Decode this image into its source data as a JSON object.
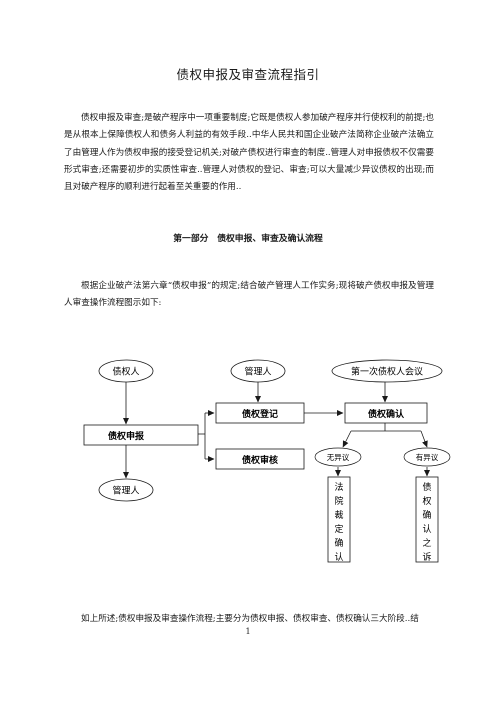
{
  "document": {
    "title": "债权申报及审查流程指引",
    "intro": "债权申报及审查;是破产程序中一项重要制度;它既是债权人参加破产程序并行使权利的前提;也是从根本上保障债权人和债务人利益的有效手段..中华人民共和国企业破产法简称企业破产法确立了由管理人作为债权申报的接受登记机关;对破产债权进行审查的制度..管理人对申报债权不仅需要形式审查;还需要初步的实质性审查..管理人对债权的登记、审查;可以大量减少异议债权的出现;而且对破产程序的顺利进行起着至关重要的作用..",
    "section_heading": "第一部分　债权申报、审查及确认流程",
    "para2": "根据企业破产法第六章“债权申报”的规定;结合破产管理人工作实务;现将破产债权申报及管理人审查操作流程图示如下:",
    "para3": "如上所述;债权申报及审查操作流程;主要分为债权申报、债权审查、债权确认三大阶段..结",
    "page_number": "1"
  },
  "flowchart": {
    "creditor": "债权人",
    "administrator_top": "管理人",
    "first_meeting": "第一次债权人会议",
    "registration": "债权登记",
    "confirmation": "债权确认",
    "declaration": "债权申报",
    "review": "债权审核",
    "no_objection": "无异议",
    "objection": "有异议",
    "administrator_bottom": "管理人",
    "court_ruling": [
      "法",
      "院",
      "裁",
      "定",
      "确",
      "认"
    ],
    "lawsuit": [
      "债",
      "权",
      "确",
      "认",
      "之",
      "诉"
    ]
  }
}
